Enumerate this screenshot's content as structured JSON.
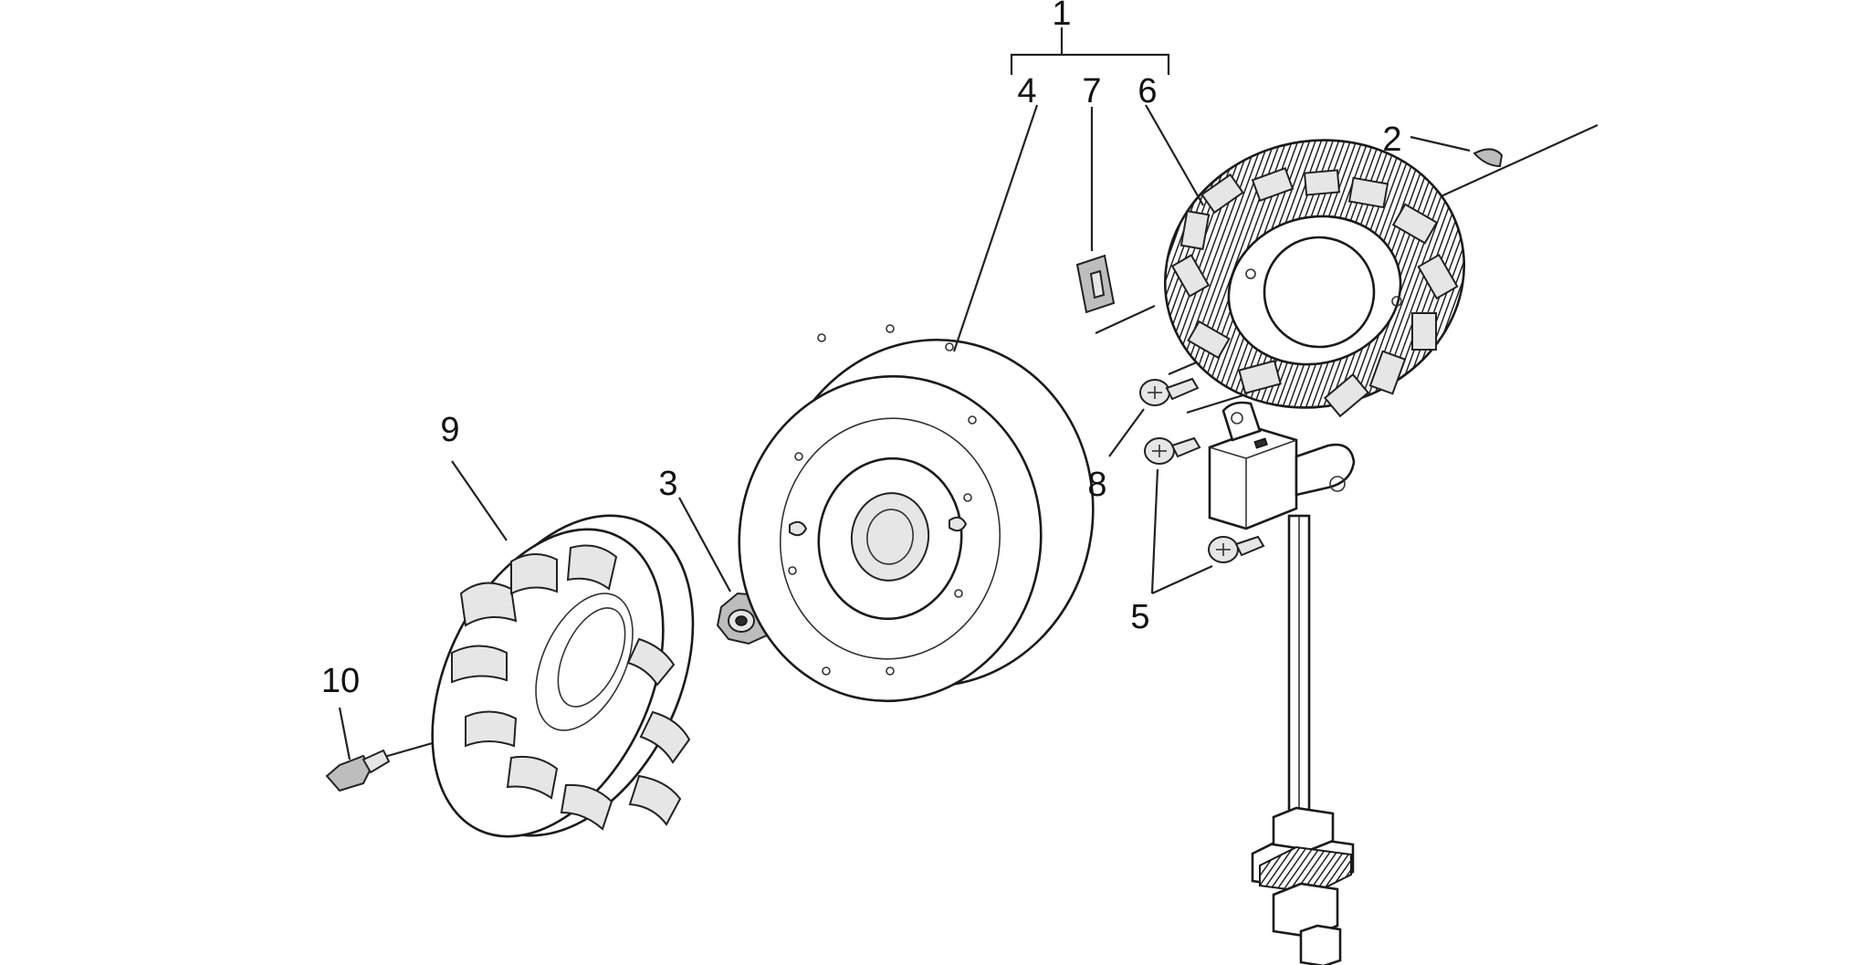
{
  "diagram": {
    "callouts": {
      "c1": "1",
      "c2": "2",
      "c3": "3",
      "c4": "4",
      "c5": "5",
      "c6": "6",
      "c7": "7",
      "c8": "8",
      "c9": "9",
      "c10": "10"
    }
  },
  "style": {
    "line_color": "#222222",
    "background": "#ffffff"
  }
}
